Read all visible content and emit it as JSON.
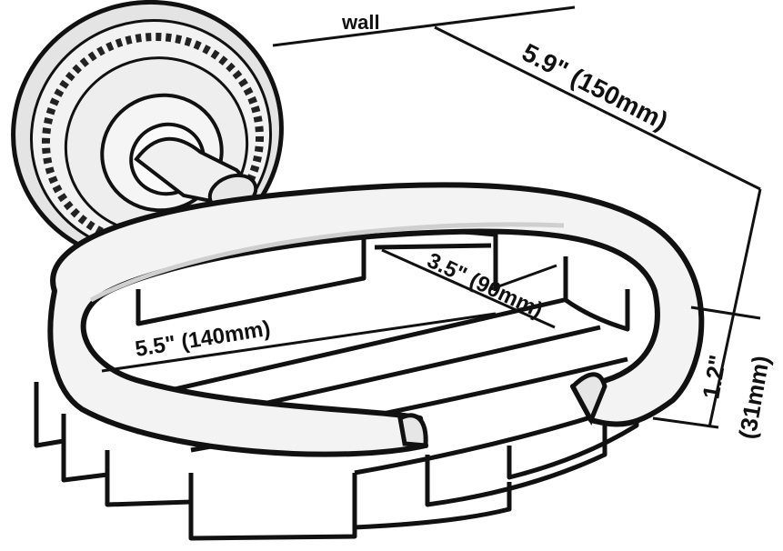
{
  "diagram": {
    "wall_label": "wall",
    "depth_label": "5.9\" (150mm)",
    "inner_depth_label": "3.5\" (90mm)",
    "width_label": "5.5\" (140mm)",
    "height_label_inches": "1.2\"",
    "height_label_mm": "(31mm)"
  },
  "colors": {
    "line": "#111111",
    "metal_fill": "#f4f4f4",
    "shade": "#d6d6d6"
  }
}
